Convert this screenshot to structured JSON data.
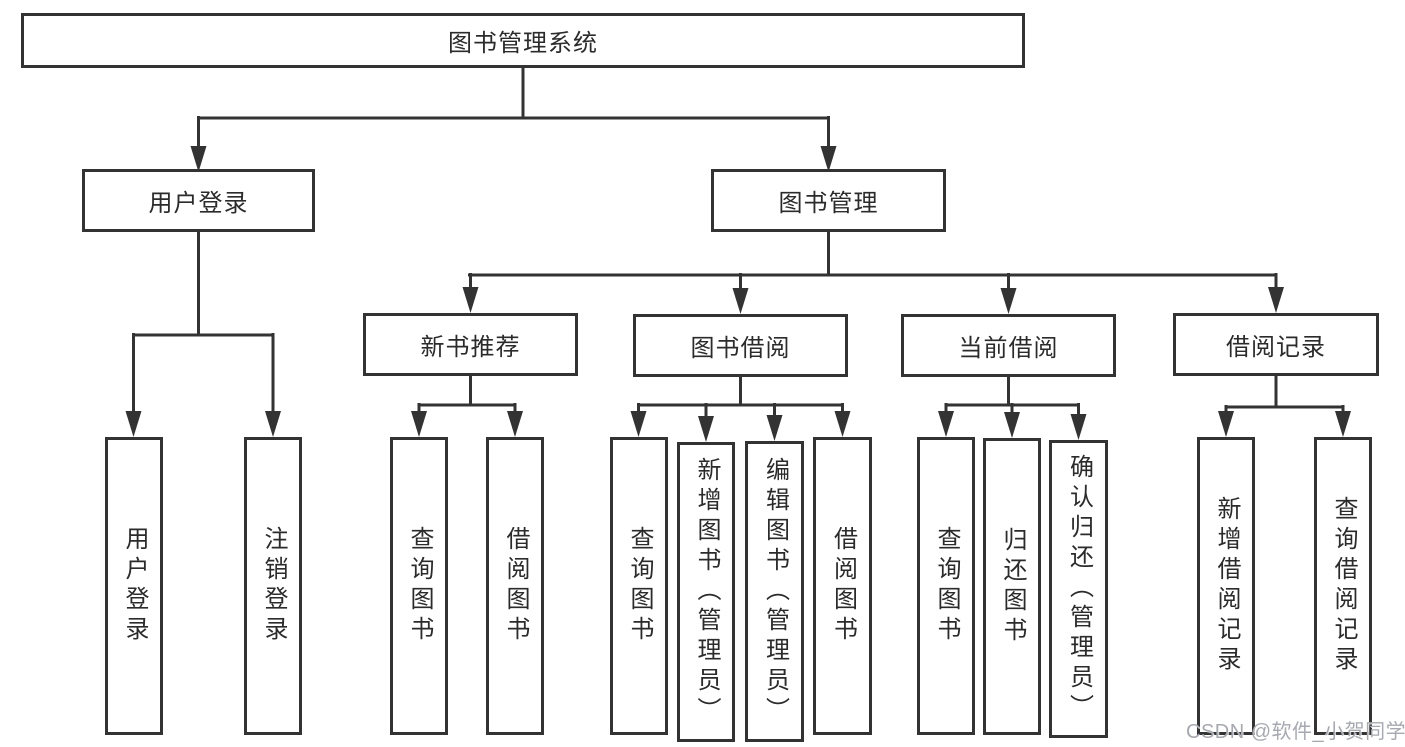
{
  "diagram": {
    "type": "tree",
    "tree": {
      "label": "图书管理系统",
      "children": [
        {
          "label": "用户登录",
          "children": [
            {
              "label": "用户登录"
            },
            {
              "label": "注销登录"
            }
          ]
        },
        {
          "label": "图书管理",
          "children": [
            {
              "label": "新书推荐",
              "children": [
                {
                  "label": "查询图书"
                },
                {
                  "label": "借阅图书"
                }
              ]
            },
            {
              "label": "图书借阅",
              "children": [
                {
                  "label": "查询图书"
                },
                {
                  "label": "新增图书（管理员）"
                },
                {
                  "label": "编辑图书（管理员）"
                },
                {
                  "label": "借阅图书"
                }
              ]
            },
            {
              "label": "当前借阅",
              "children": [
                {
                  "label": "查询图书"
                },
                {
                  "label": "归还图书"
                },
                {
                  "label": "确认归还（管理员）"
                }
              ]
            },
            {
              "label": "借阅记录",
              "children": [
                {
                  "label": "新增借阅记录"
                },
                {
                  "label": "查询借阅记录"
                }
              ]
            }
          ]
        }
      ]
    },
    "colors": {
      "line": "#333333",
      "text": "#2b2b2b",
      "background": "#ffffff",
      "watermark": "#a6a9b0"
    }
  },
  "watermark": "CSDN @软件_小贺同学"
}
